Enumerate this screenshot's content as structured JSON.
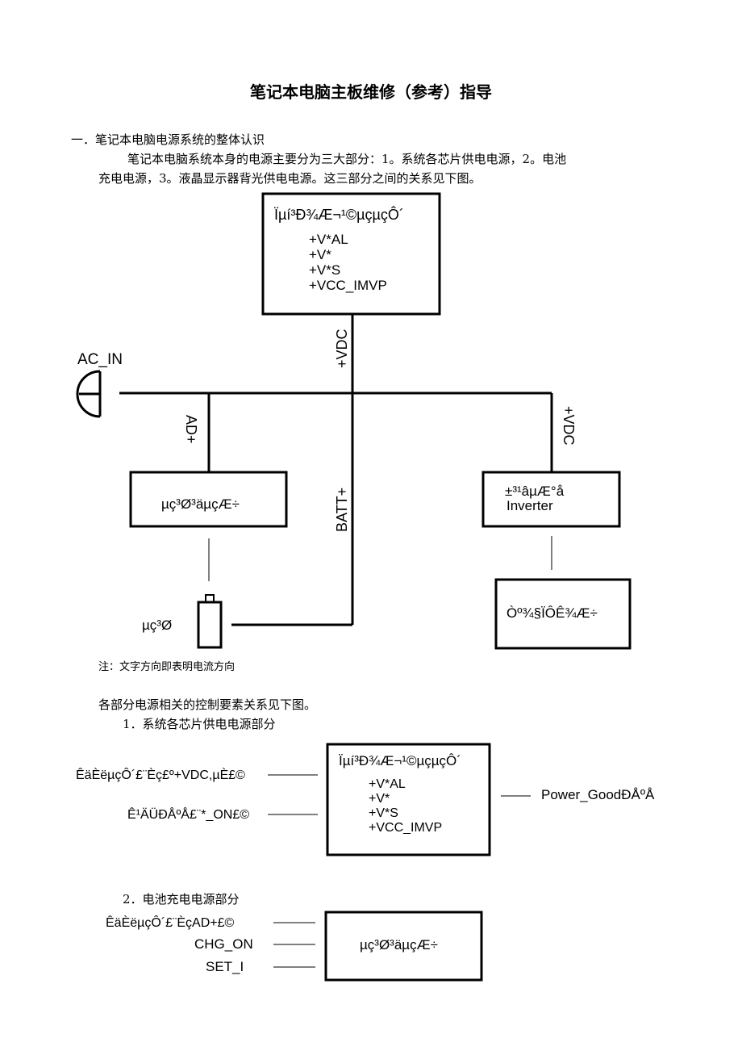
{
  "document": {
    "title": "笔记本电脑主板维修（参考）指导",
    "section1_heading": "一．笔记本电脑电源系统的整体认识",
    "section1_para_line1": "笔记本电脑系统本身的电源主要分为三大部分：1。系统各芯片供电电源，2。电池",
    "section1_para_line2": "充电电源，3。液晶显示器背光供电电源。这三部分之间的关系见下图。",
    "note": "注：文字方向即表明电流方向",
    "section2_intro": "各部分电源相关的控制要素关系见下图。",
    "sub1_heading": "1．系统各芯片供电电源部分",
    "sub2_heading": "2．电池充电电源部分"
  },
  "diagram1": {
    "system_box": {
      "title": "Ïµí³Ð¾Æ¬¹©µçµçÔ´",
      "rails": [
        "+V*AL",
        "+V*",
        "+V*S",
        "+VCC_IMVP"
      ]
    },
    "vdc_label_top": "+VDC",
    "ac_in_label": "AC_IN",
    "ad_label": "AD+",
    "batt_label": "BATT+",
    "vdc_label_right": "+VDC",
    "charger_box": "µç³Ø³äµçÆ÷",
    "inverter_box_line1": "±³¹âµÆ°å",
    "inverter_box_line2": "Inverter",
    "lcd_box": "Òº¾§ÏÔÊ¾Æ÷",
    "battery_label": "µç³Ø"
  },
  "diagram2": {
    "input1": "ÊäÈëµçÔ´£¨Èç£º+VDC,µÈ£©",
    "input2": "Ê¹ÄÜÐÅºÅ£¨*_ON£©",
    "system_box": {
      "title": "Ïµí³Ð¾Æ¬¹©µçµçÔ´",
      "rails": [
        "+V*AL",
        "+V*",
        "+V*S",
        "+VCC_IMVP"
      ]
    },
    "output": "Power_GoodÐÅºÅ"
  },
  "diagram3": {
    "input1": "ÊäÈëµçÔ´£¨ÈçAD+£©",
    "input2": "CHG_ON",
    "input3": "SET_I",
    "box": "µç³Ø³äµçÆ÷"
  }
}
